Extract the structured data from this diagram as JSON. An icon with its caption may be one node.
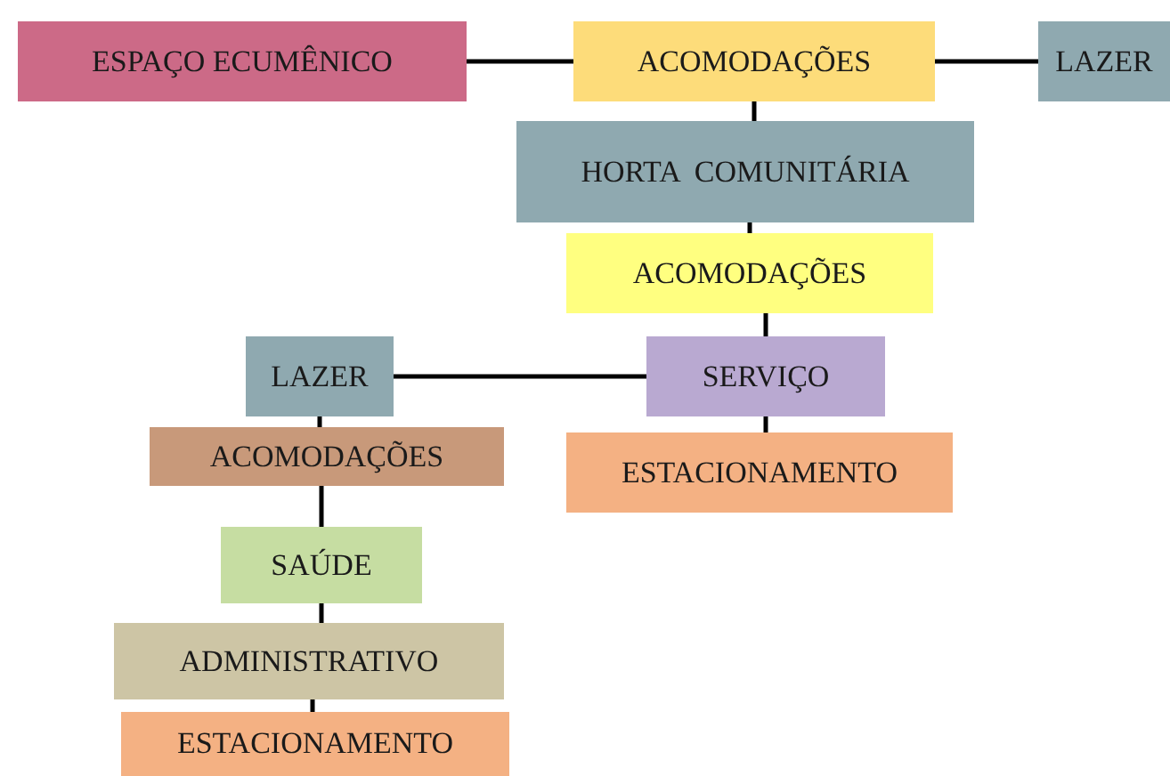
{
  "diagram": {
    "nodes": [
      {
        "text": [
          "ESPAÇO ECUMÊNICO"
        ]
      },
      {
        "text": [
          "ACOMODAÇÕES"
        ]
      },
      {
        "text": [
          "LAZER"
        ]
      },
      {
        "text": [
          "HORTA  COMUNITÁRIA"
        ]
      },
      {
        "text": [
          "ACOMODAÇÕES"
        ]
      },
      {
        "text": [
          "LAZER"
        ]
      },
      {
        "text": [
          "SERVIÇO"
        ]
      },
      {
        "text": [
          "ESTACIONAMENTO"
        ]
      },
      {
        "text": [
          "ACOMODAÇÕES"
        ]
      },
      {
        "text": [
          "SAÚDE"
        ]
      },
      {
        "text": [
          "ADMINISTRATIVO"
        ]
      },
      {
        "text": [
          "ESTACIONAMENTO"
        ]
      }
    ],
    "edges": [
      {
        "from": 0,
        "to": 1,
        "arrow": "none"
      },
      {
        "from": 1,
        "to": 2,
        "arrow": "none"
      },
      {
        "from": 1,
        "to": 3,
        "arrow": "none"
      },
      {
        "from": 3,
        "to": 4,
        "arrow": "none"
      },
      {
        "from": 4,
        "to": 6,
        "arrow": "none"
      },
      {
        "from": 6,
        "to": 5,
        "arrow": "none"
      },
      {
        "from": 6,
        "to": 7,
        "arrow": "none"
      },
      {
        "from": 5,
        "to": 8,
        "arrow": "none"
      },
      {
        "from": 8,
        "to": 9,
        "arrow": "none"
      },
      {
        "from": 9,
        "to": 10,
        "arrow": "none"
      },
      {
        "from": 10,
        "to": 11,
        "arrow": "none"
      }
    ]
  }
}
